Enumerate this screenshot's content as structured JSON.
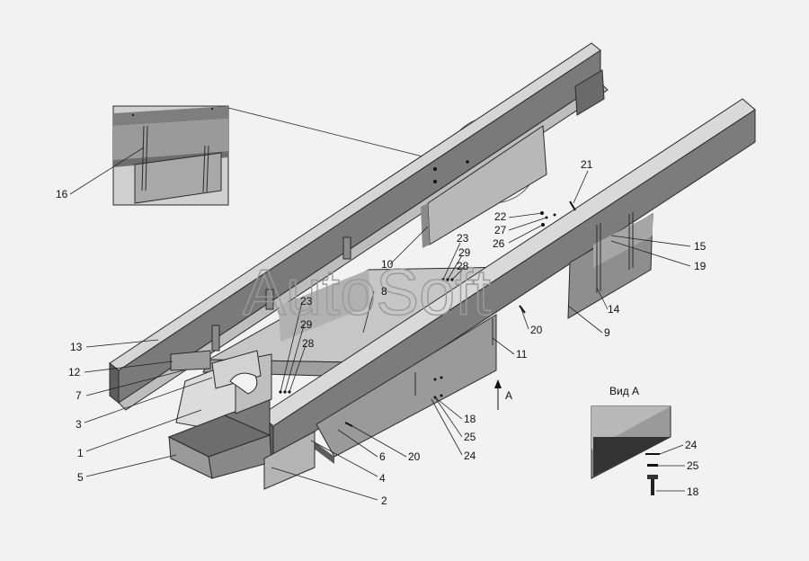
{
  "watermark": "AutoSoft",
  "view_label": "Вид А",
  "direction_label": "А",
  "callouts": [
    {
      "id": "c16",
      "text": "16"
    },
    {
      "id": "c21",
      "text": "21"
    },
    {
      "id": "c22",
      "text": "22"
    },
    {
      "id": "c27",
      "text": "27"
    },
    {
      "id": "c26",
      "text": "26"
    },
    {
      "id": "c23a",
      "text": "23"
    },
    {
      "id": "c29a",
      "text": "29"
    },
    {
      "id": "c28a",
      "text": "28"
    },
    {
      "id": "c10",
      "text": "10"
    },
    {
      "id": "c8",
      "text": "8"
    },
    {
      "id": "c15",
      "text": "15"
    },
    {
      "id": "c19",
      "text": "19"
    },
    {
      "id": "c14",
      "text": "14"
    },
    {
      "id": "c9",
      "text": "9"
    },
    {
      "id": "c20a",
      "text": "20"
    },
    {
      "id": "c23b",
      "text": "23"
    },
    {
      "id": "c29b",
      "text": "29"
    },
    {
      "id": "c28b",
      "text": "28"
    },
    {
      "id": "c13",
      "text": "13"
    },
    {
      "id": "c12",
      "text": "12"
    },
    {
      "id": "c7",
      "text": "7"
    },
    {
      "id": "c3",
      "text": "3"
    },
    {
      "id": "c1",
      "text": "1"
    },
    {
      "id": "c5",
      "text": "5"
    },
    {
      "id": "c11",
      "text": "11"
    },
    {
      "id": "c18a",
      "text": "18"
    },
    {
      "id": "c25a",
      "text": "25"
    },
    {
      "id": "c24a",
      "text": "24"
    },
    {
      "id": "c6",
      "text": "6"
    },
    {
      "id": "c20b",
      "text": "20"
    },
    {
      "id": "c4",
      "text": "4"
    },
    {
      "id": "c2",
      "text": "2"
    },
    {
      "id": "c24b",
      "text": "24"
    },
    {
      "id": "c25b",
      "text": "25"
    },
    {
      "id": "c18b",
      "text": "18"
    }
  ]
}
